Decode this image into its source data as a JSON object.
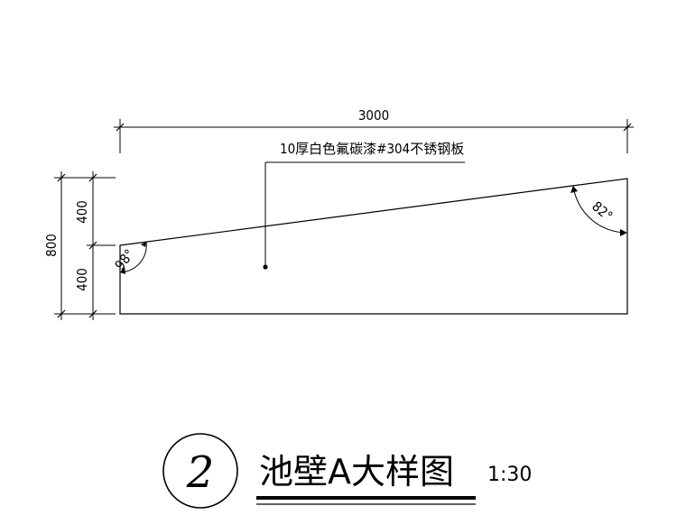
{
  "drawing": {
    "width_dim": "3000",
    "height_dim": "800",
    "upper_dim": "400",
    "lower_dim": "400",
    "material_label": "10厚白色氟碳漆#304不锈钢板",
    "left_angle": "98°",
    "right_angle": "82°"
  },
  "title_block": {
    "number": "2",
    "title": "池壁A大样图",
    "scale": "1:30"
  }
}
